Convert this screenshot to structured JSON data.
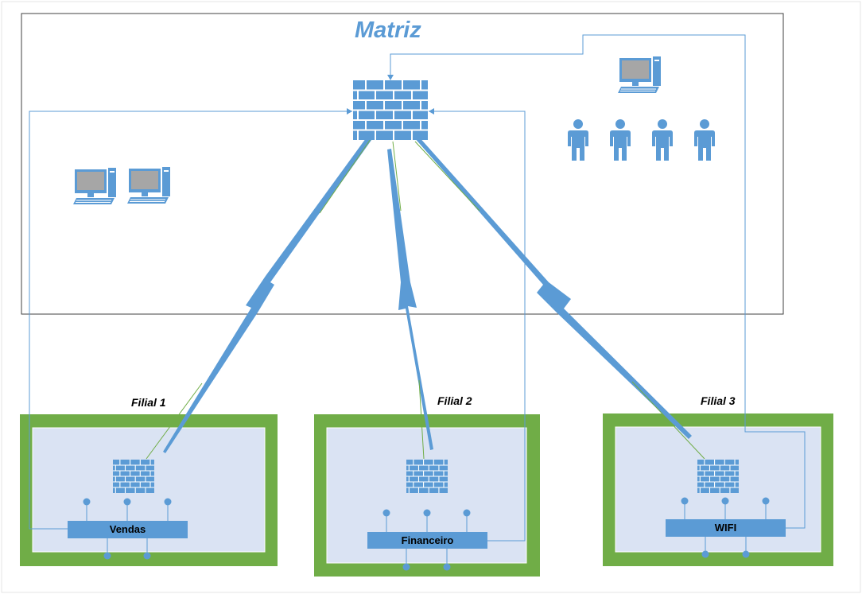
{
  "headquarters": {
    "title": "Matriz"
  },
  "branches": [
    {
      "name": "Filial 1",
      "department": "Vendas"
    },
    {
      "name": "Filial 2",
      "department": "Financeiro"
    },
    {
      "name": "Filial 3",
      "department": "WIFI"
    }
  ],
  "colors": {
    "accent": "#5b9bd5",
    "branch_border": "#70ad47",
    "branch_fill": "#dae3f3",
    "matriz_border": "#404040"
  },
  "icons": [
    "firewall-icon",
    "computer-icon",
    "person-icon",
    "lightning-link-icon",
    "switch-bar"
  ]
}
